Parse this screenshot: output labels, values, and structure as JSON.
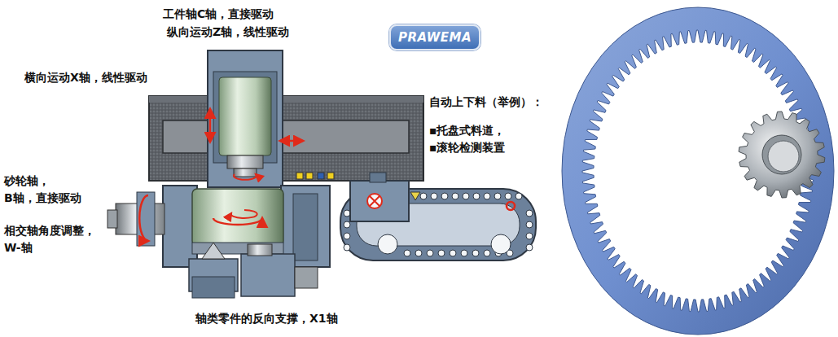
{
  "diagram": {
    "nodes": [
      {
        "text": [
          "PRAWEMA"
        ]
      }
    ],
    "labels": [
      "工件轴C轴，直接驱动",
      "纵向运动Z轴，线性驱动",
      "横向运动X轴，线性驱动",
      "自动上下料（举例）：",
      "▪托盘式料道，",
      "▪滚轮检测装置",
      "砂轮轴，",
      "B轴，直接驱动",
      "相交轴角度调整，",
      "W-轴",
      "轴类零件的反向支撑，X1轴"
    ]
  }
}
